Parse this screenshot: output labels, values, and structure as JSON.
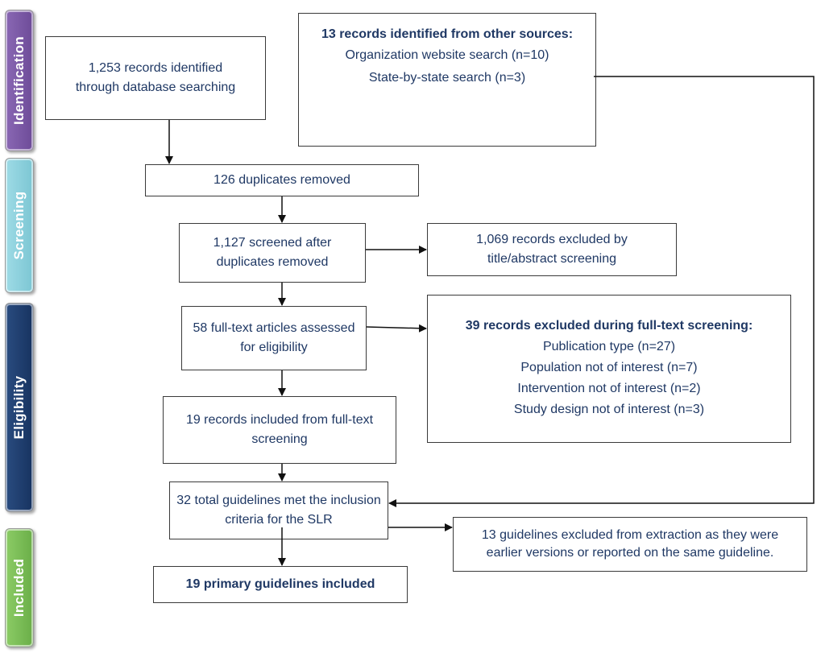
{
  "phases": {
    "identification": "Identification",
    "screening": "Screening",
    "eligibility": "Eligibility",
    "included": "Included"
  },
  "colors": {
    "identification": "#7b5aa6",
    "screening": "#8fd3df",
    "eligibility": "#1f3e6e",
    "included": "#7fbf5a",
    "text": "#1f3864"
  },
  "boxes": {
    "db_search": "1,253 records identified through database searching",
    "other_sources": {
      "heading": "13 records identified from other sources:",
      "lines": [
        "Organization website search (n=10)",
        "State-by-state search (n=3)"
      ]
    },
    "duplicates": "126 duplicates removed",
    "screened": "1,127 screened after duplicates removed",
    "excluded_title": "1,069 records excluded by title/abstract screening",
    "fulltext": "58 full-text articles assessed for eligibility",
    "excluded_fulltext": {
      "heading": "39 records excluded during full-text screening:",
      "lines": [
        "Publication type (n=27)",
        "Population not of interest (n=7)",
        "Intervention not of interest (n=2)",
        "Study design not of interest (n=3)"
      ]
    },
    "included_fulltext": "19 records included from full-text screening",
    "total_guidelines": "32 total guidelines met the inclusion criteria for the SLR",
    "excluded_extraction": "13 guidelines excluded from extraction as they were earlier versions or reported on the same guideline.",
    "primary": "19 primary guidelines included"
  }
}
